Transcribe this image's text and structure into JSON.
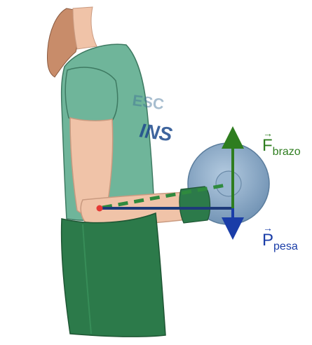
{
  "vectors": {
    "force": {
      "symbol": "F",
      "arrow": "→",
      "subscript": "brazo",
      "color": "#2e7d1f"
    },
    "weight": {
      "symbol": "P",
      "arrow": "→",
      "subscript": "pesa",
      "color": "#1a3da8"
    }
  },
  "shirt_text": {
    "line1": "ESC",
    "line2": "INS"
  },
  "colors": {
    "shirt": "#6fb59a",
    "shorts": "#2c7a4a",
    "skin": "#f0c3a8",
    "hair": "#c88c6a",
    "plate": "#8fb0cc",
    "lever_arm": "#1d3a7a",
    "pivot": "#e53935"
  }
}
